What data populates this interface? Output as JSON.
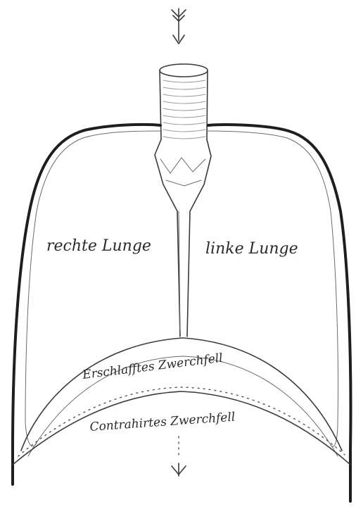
{
  "labels": {
    "right_lung": "rechte Lunge",
    "left_lung": "linke Lunge",
    "relaxed_diaphragm": "Erschlafftes Zwerchfell",
    "contracted_diaphragm": "Contrahirtes Zwerchfell"
  },
  "icons": {
    "top_arrow": "arrow-down-icon",
    "bottom_arrow": "arrow-down-icon"
  },
  "colors": {
    "ink": "#1e1e1e",
    "paper": "#ffffff"
  }
}
